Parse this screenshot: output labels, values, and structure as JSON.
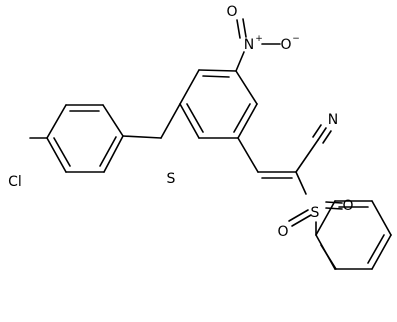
{
  "molecule": {
    "atoms": {
      "o_top": "O",
      "n_nitro": "N",
      "o_right": "O",
      "n_nitrile": "N",
      "s_thio": "S",
      "cl": "Cl",
      "s_sulfonyl": "S",
      "o_sulfonyl_right": "O",
      "o_sulfonyl_left": "O"
    },
    "charges": {
      "n_nitro": "+",
      "o_right": "−"
    }
  }
}
